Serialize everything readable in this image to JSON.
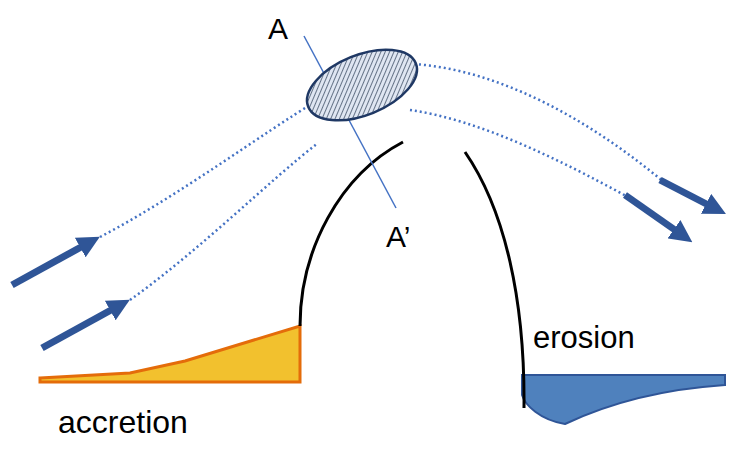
{
  "diagram": {
    "labels": [
      "A",
      "A’",
      "erosion",
      "accretion"
    ]
  }
}
